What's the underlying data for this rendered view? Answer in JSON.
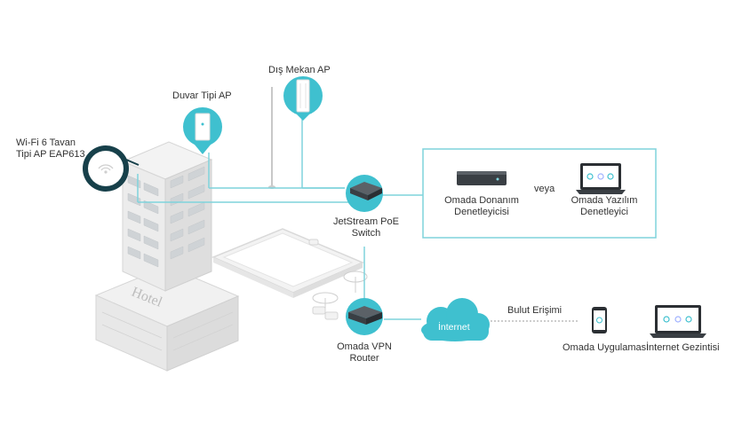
{
  "labels": {
    "ceiling_ap_line1": "Wi-Fi 6 Tavan",
    "ceiling_ap_line2": "Tipi AP EAP613",
    "wall_ap": "Duvar Tipi AP",
    "outdoor_ap": "Dış Mekan AP",
    "switch_line1": "JetStream PoE",
    "switch_line2": "Switch",
    "hw_controller_line1": "Omada Donanım",
    "hw_controller_line2": "Denetleyicisi",
    "or_text": "veya",
    "sw_controller_line1": "Omada Yazılım",
    "sw_controller_line2": "Denetleyici",
    "router_line1": "Omada VPN",
    "router_line2": "Router",
    "internet": "İnternet",
    "cloud_access": "Bulut Erişimi",
    "omada_app": "Omada Uygulaması",
    "internet_browsing": "İnternet Gezintisi",
    "hotel_sign": "Hotel"
  },
  "colors": {
    "accent": "#3fc0cf",
    "accent_dark": "#1a8f9d",
    "ring": "#17404a",
    "line": "#7fd3dc",
    "building": "#eeeeee",
    "building_shade": "#dcdcdc",
    "device": "#3a3f44"
  },
  "icons": [
    "wifi-ceiling-ap-icon",
    "wall-ap-icon",
    "outdoor-ap-icon",
    "poe-switch-icon",
    "hardware-controller-icon",
    "laptop-icon",
    "vpn-router-icon",
    "cloud-icon",
    "smartphone-icon"
  ]
}
